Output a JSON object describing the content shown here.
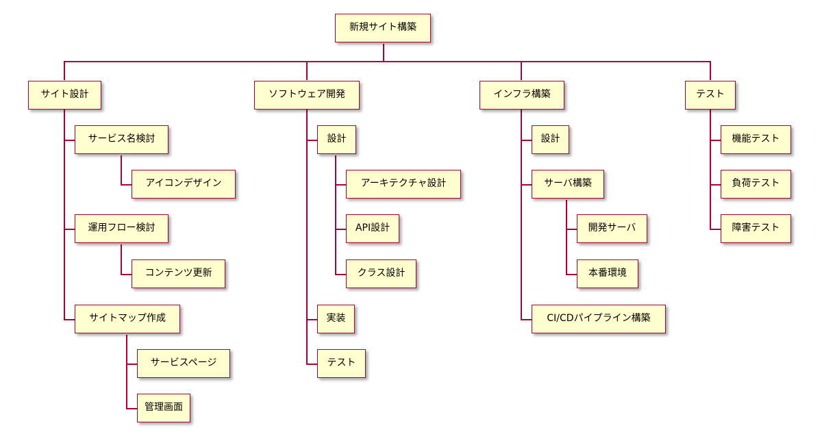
{
  "wbs": {
    "root": "新規サイト構築",
    "branches": [
      {
        "label": "サイト設計",
        "children": [
          {
            "label": "サービス名検討",
            "children": [
              {
                "label": "アイコンデザイン"
              }
            ]
          },
          {
            "label": "運用フロー検討",
            "children": [
              {
                "label": "コンテンツ更新"
              }
            ]
          },
          {
            "label": "サイトマップ作成",
            "children": [
              {
                "label": "サービスページ"
              },
              {
                "label": "管理画面"
              }
            ]
          }
        ]
      },
      {
        "label": "ソフトウェア開発",
        "children": [
          {
            "label": "設計",
            "children": [
              {
                "label": "アーキテクチャ設計"
              },
              {
                "label": "API設計"
              },
              {
                "label": "クラス設計"
              }
            ]
          },
          {
            "label": "実装"
          },
          {
            "label": "テスト"
          }
        ]
      },
      {
        "label": "インフラ構築",
        "children": [
          {
            "label": "設計"
          },
          {
            "label": "サーバ構築",
            "children": [
              {
                "label": "開発サーバ"
              },
              {
                "label": "本番環境"
              }
            ]
          },
          {
            "label": "CI/CDパイプライン構築"
          }
        ]
      },
      {
        "label": "テスト",
        "children": [
          {
            "label": "機能テスト"
          },
          {
            "label": "負荷テスト"
          },
          {
            "label": "障害テスト"
          }
        ]
      }
    ]
  },
  "colors": {
    "node_fill": "#fefece",
    "node_border": "#a80036",
    "connector": "#a80036"
  }
}
